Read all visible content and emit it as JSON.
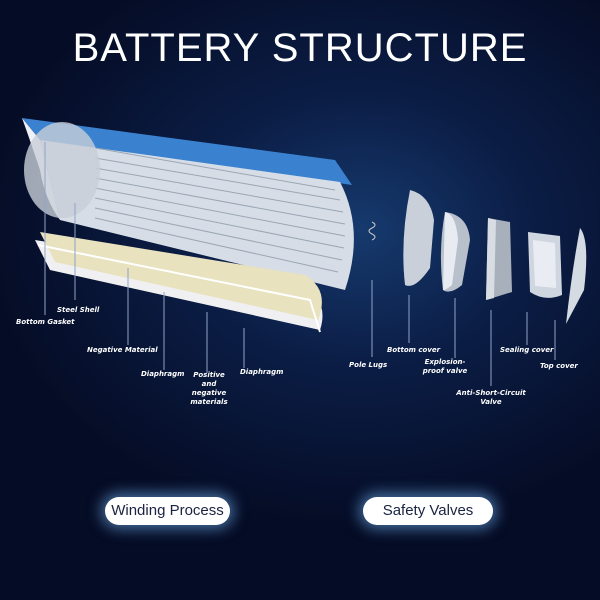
{
  "title": "BATTERY STRUCTURE",
  "labels": {
    "bottom_gasket": "Bottom Gasket",
    "steel_shell": "Steel Shell",
    "negative_material": "Negative Material",
    "diaphragm1": "Diaphragm",
    "pos_neg": "Positive and negative materials",
    "diaphragm2": "Diaphragm",
    "pole_lugs": "Pole Lugs",
    "bottom_cover": "Bottom cover",
    "explosion_valve": "Explosion-proof valve",
    "anti_short": "Anti-Short-Circuit Valve",
    "sealing_cover": "Sealing cover",
    "top_cover": "Top cover"
  },
  "buttons": {
    "winding": "Winding Process",
    "safety": "Safety Valves"
  }
}
